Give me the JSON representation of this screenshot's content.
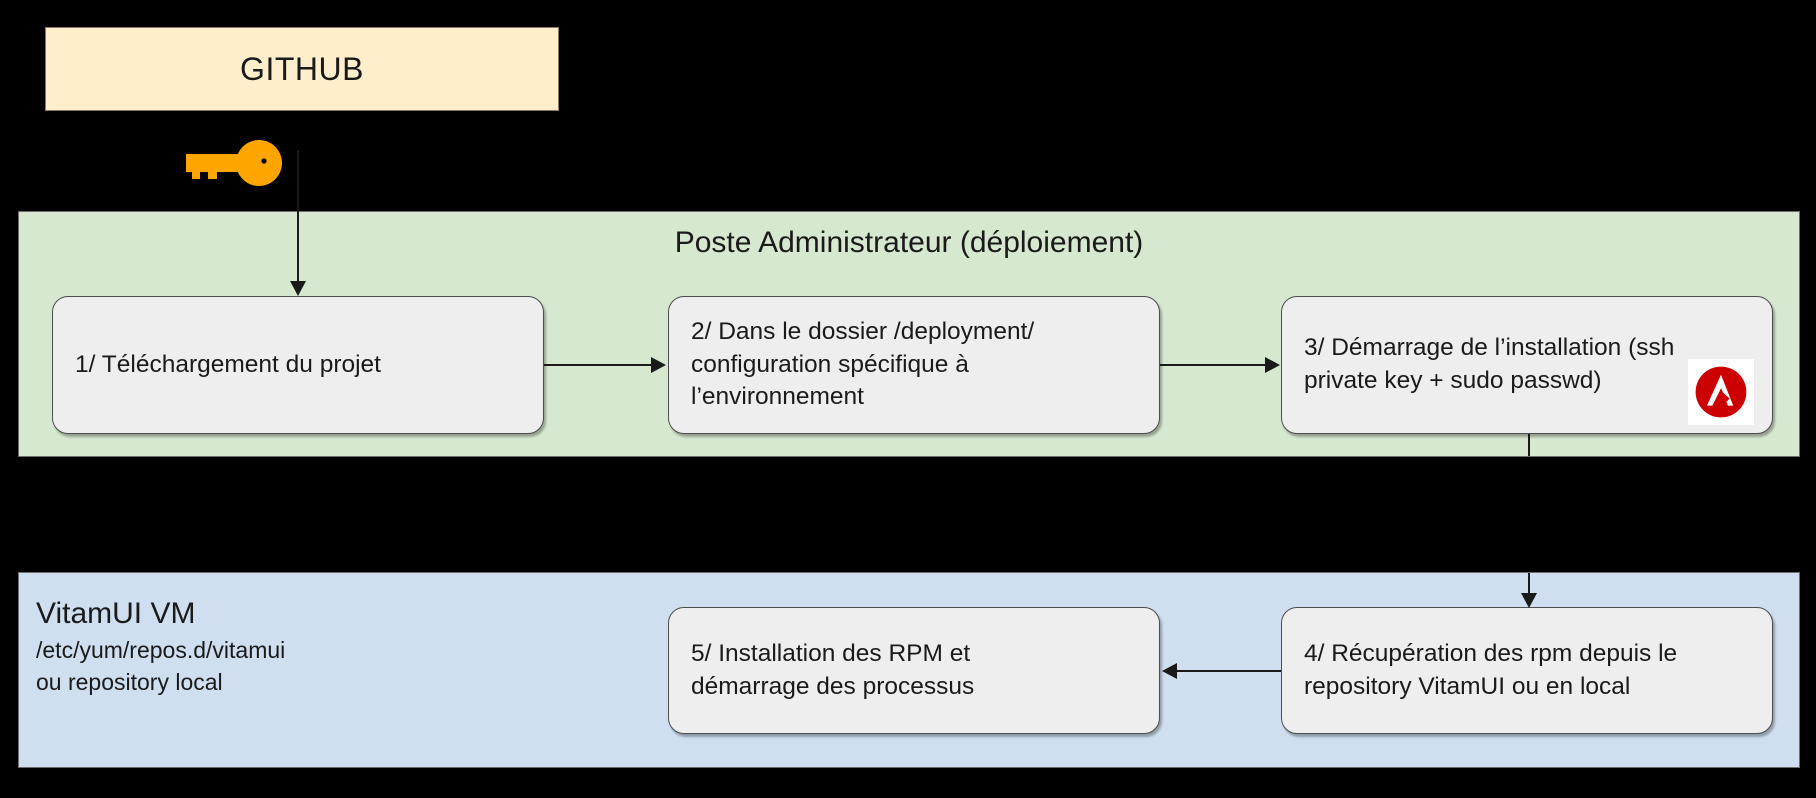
{
  "diagram": {
    "source": {
      "label": "GITHUB",
      "bg_color": "#ffeecc"
    },
    "key_icon_name": "key-icon",
    "panels": [
      {
        "id": "admin",
        "title": "Poste Administrateur (déploiement)",
        "bg_color": "#d7e8d0"
      },
      {
        "id": "vm",
        "heading": "VitamUI VM",
        "sub_line1": "/etc/yum/repos.d/vitamui",
        "sub_line2": "ou repository local",
        "bg_color": "#cfdff0"
      }
    ],
    "steps": [
      {
        "id": "step1",
        "text": "1/ Téléchargement du projet"
      },
      {
        "id": "step2",
        "text": "2/ Dans le dossier /deployment/\nconfiguration spécifique à\nl’environnement"
      },
      {
        "id": "step3",
        "text": "3/  Démarrage de l’installation  (ssh\nprivate key + sudo passwd)",
        "logo": "ansible-logo",
        "logo_color": "#cc0000"
      },
      {
        "id": "step4",
        "text": "4/  Récupération des rpm depuis le\nrepository VitamUI ou en local"
      },
      {
        "id": "step5",
        "text": "5/  Installation des RPM et\ndémarrage des processus"
      }
    ]
  }
}
